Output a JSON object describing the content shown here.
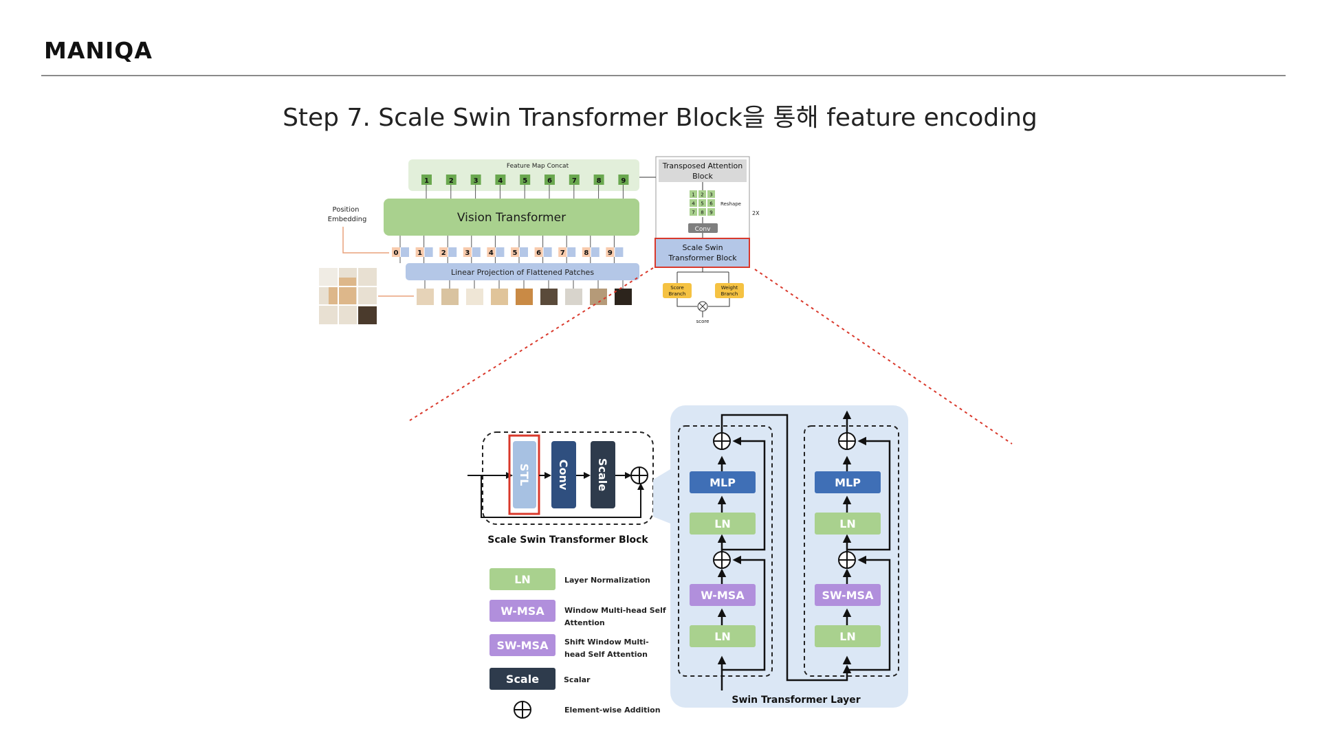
{
  "header": {
    "brand": "MANIQA"
  },
  "page": {
    "title": "Step 7. Scale Swin Transformer Block을 통해 feature encoding"
  },
  "overview": {
    "feature_map_concat": "Feature Map Concat",
    "concat_tokens": [
      "1",
      "2",
      "3",
      "4",
      "5",
      "6",
      "7",
      "8",
      "9"
    ],
    "vision_transformer": "Vision Transformer",
    "position_embedding": [
      "Position",
      "Embedding"
    ],
    "patch_tokens": [
      "0",
      "1",
      "2",
      "3",
      "4",
      "5",
      "6",
      "7",
      "8",
      "9"
    ],
    "linear_projection": "Linear Projection of Flattened Patches",
    "transposed_attention": [
      "Transposed Attention",
      "Block"
    ],
    "grid_numbers": [
      "1",
      "2",
      "3",
      "4",
      "5",
      "6",
      "7",
      "8",
      "9"
    ],
    "reshape": "Reshape",
    "conv": "Conv",
    "repeat": "2X",
    "scale_swin_block": [
      "Scale Swin",
      "Transformer Block"
    ],
    "score_branch": [
      "Score",
      "Branch"
    ],
    "weight_branch": [
      "Weight",
      "Branch"
    ],
    "score": "score"
  },
  "sstb": {
    "stl": "STL",
    "conv": "Conv",
    "scale": "Scale",
    "caption": "Scale Swin Transformer Block"
  },
  "legend": [
    {
      "box": "LN",
      "text": [
        "Layer Normalization"
      ]
    },
    {
      "box": "W-MSA",
      "text": [
        "Window Multi-head Self",
        "Attention"
      ]
    },
    {
      "box": "SW-MSA",
      "text": [
        "Shift Window Multi-",
        "head Self Attention"
      ]
    },
    {
      "box": "Scale",
      "text": [
        "Scalar"
      ]
    },
    {
      "box": "",
      "text": [
        "Element-wise Addition"
      ]
    }
  ],
  "swin_layer": {
    "left": {
      "mlp": "MLP",
      "ln_top": "LN",
      "msa": "W-MSA",
      "ln_bottom": "LN"
    },
    "right": {
      "mlp": "MLP",
      "ln_top": "LN",
      "msa": "SW-MSA",
      "ln_bottom": "LN"
    },
    "caption": "Swin Transformer Layer"
  },
  "colors": {
    "green": "#a9d18e",
    "green_dark": "#6aa84f",
    "blue_light": "#b4c7e7",
    "mlp_blue": "#3f6fb6",
    "conv_navy": "#2f4f7f",
    "scale_dark": "#2e3b4c",
    "purple": "#b18fdc",
    "red": "#d9382b",
    "yellow": "#f5c242",
    "panel": "#dbe7f5",
    "orange_token": "#f8cbad"
  }
}
